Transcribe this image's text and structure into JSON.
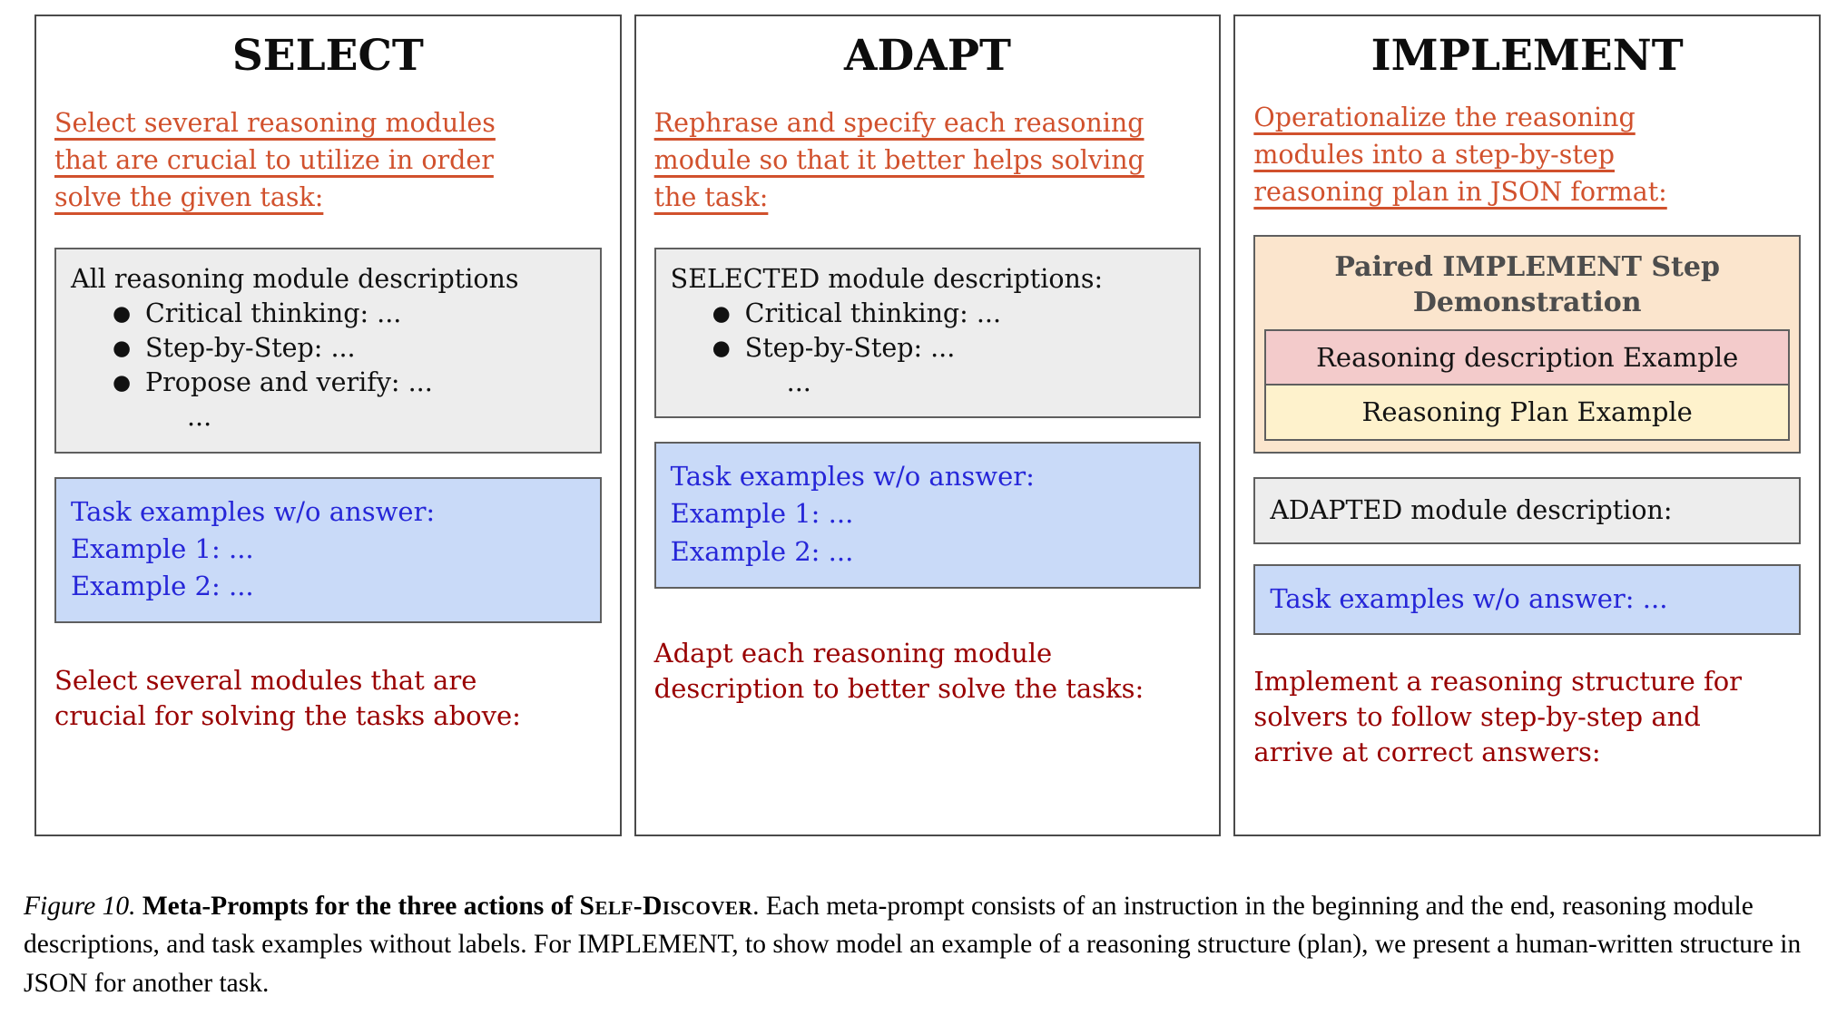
{
  "glyphs": {
    "bullet": "●"
  },
  "colors": {
    "instruction_orange": "#d1512d",
    "instruction_dark_red": "#990000",
    "task_text_blue": "#2626d8",
    "task_box_blue_bg": "#c9daf8",
    "modules_box_gray_bg": "#ededed",
    "demo_box_peach_bg": "#fbe5cd",
    "demo_pink_bg": "#f3cbcb",
    "demo_yellow_bg": "#fef2cc",
    "panel_border": "#4a4a4a"
  },
  "panels": {
    "select": {
      "title": "SELECT",
      "instruction_top": "Select several reasoning modules\nthat are crucial to utilize in order\nsolve the given task:",
      "modules_box": {
        "header": "All reasoning module descriptions",
        "items": [
          "Critical thinking: ...",
          "Step-by-Step: ...",
          "Propose and verify: ..."
        ],
        "ellipsis": "..."
      },
      "task_box": "Task examples w/o answer:\nExample 1: ...\nExample 2: ...",
      "instruction_bottom": "Select several modules that are\ncrucial for solving the tasks above:"
    },
    "adapt": {
      "title": "ADAPT",
      "instruction_top": "Rephrase and specify each reasoning\nmodule so that it better helps solving\nthe task:",
      "modules_box": {
        "header": "SELECTED module descriptions:",
        "items": [
          "Critical thinking: ...",
          "Step-by-Step: ..."
        ],
        "ellipsis": "..."
      },
      "task_box": "Task examples w/o answer:\nExample 1: ...\nExample 2: ...",
      "instruction_bottom": "Adapt each reasoning module\ndescription to better solve the tasks:"
    },
    "implement": {
      "title": "IMPLEMENT",
      "instruction_top": "Operationalize the reasoning\nmodules into a step-by-step\nreasoning plan in JSON format:",
      "demo_box": {
        "header": "Paired IMPLEMENT Step\nDemonstration",
        "description_example": "Reasoning description Example",
        "plan_example": "Reasoning Plan Example"
      },
      "adapted_box": "ADAPTED module description:",
      "task_box": "Task examples w/o answer: ...",
      "instruction_bottom": "Implement a reasoning structure for\nsolvers to follow step-by-step and\narrive at correct answers:"
    }
  },
  "caption": {
    "figure_label": "Figure 10.",
    "bold_lead": " Meta-Prompts for the three actions of ",
    "brand": "Self-Discover",
    "body": ". Each meta-prompt consists of an instruction in the beginning and the end, reasoning module descriptions, and task examples without labels. For IMPLEMENT, to show model an example of a reasoning structure (plan), we present a human-written structure in JSON for another task."
  }
}
